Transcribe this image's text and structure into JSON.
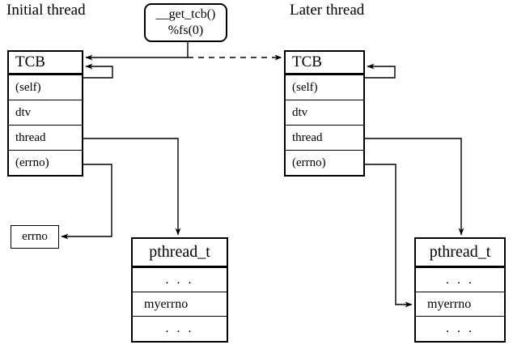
{
  "diagram": {
    "title_left": "Initial thread",
    "title_right": "Later thread",
    "callout": {
      "line1": "__get_tcb()",
      "line2": "%fs(0)"
    },
    "tcb_left": {
      "header": "TCB",
      "fields": [
        "(self)",
        "dtv",
        "thread",
        "(errno)"
      ]
    },
    "tcb_right": {
      "header": "TCB",
      "fields": [
        "(self)",
        "dtv",
        "thread",
        "(errno)"
      ]
    },
    "pthread_left": {
      "header": "pthread_t",
      "fields": [
        ". . .",
        "myerrno",
        ". . ."
      ]
    },
    "pthread_right": {
      "header": "pthread_t",
      "fields": [
        ". . .",
        "myerrno",
        ". . ."
      ]
    },
    "errno_box": {
      "label": "errno"
    },
    "colors": {
      "stroke": "#000000",
      "background": "#ffffff"
    }
  }
}
